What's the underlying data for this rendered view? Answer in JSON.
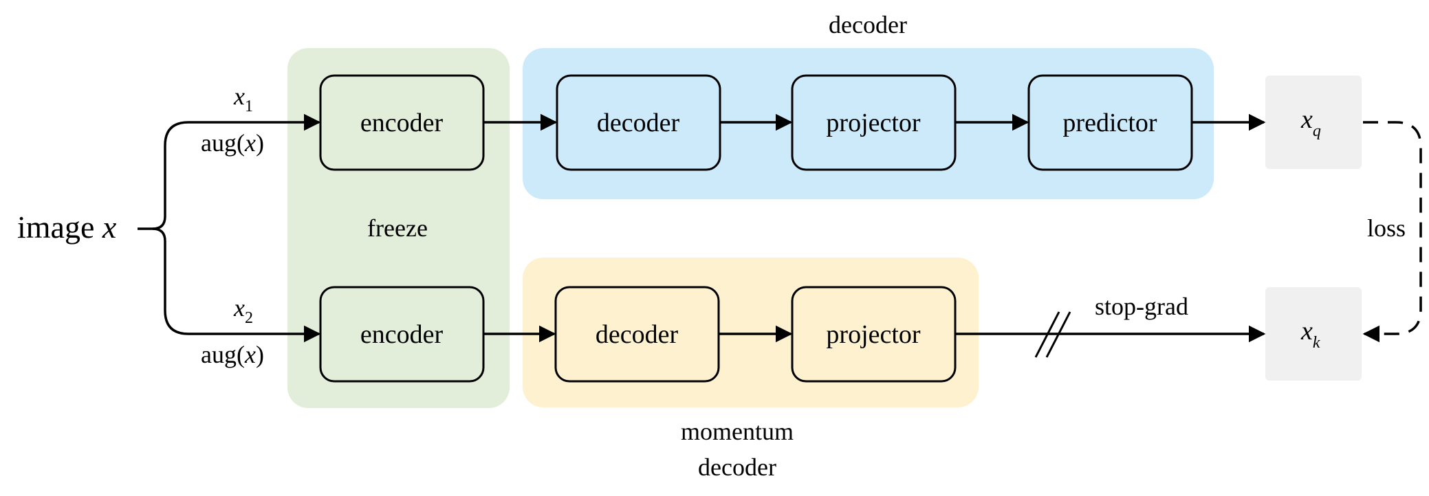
{
  "input": {
    "label": "image",
    "var": "x"
  },
  "branch1": {
    "var": "x",
    "sub": "1",
    "aug": "aug(",
    "aug_var": "x",
    "aug_close": ")"
  },
  "branch2": {
    "var": "x",
    "sub": "2",
    "aug": "aug(",
    "aug_var": "x",
    "aug_close": ")"
  },
  "freeze_group": {
    "label": "freeze",
    "color": "#e2eed9"
  },
  "decoder_group": {
    "label": "decoder",
    "color": "#cdeafb"
  },
  "momentum_group": {
    "label_line1": "momentum",
    "label_line2": "decoder",
    "color": "#fdf1d0"
  },
  "online": {
    "encoder": "encoder",
    "decoder": "decoder",
    "projector": "projector",
    "predictor": "predictor"
  },
  "target": {
    "encoder": "encoder",
    "decoder": "decoder",
    "projector": "projector"
  },
  "outputs": {
    "q_var": "x",
    "q_sub": "q",
    "k_var": "x",
    "k_sub": "k",
    "box_color": "#f0f0f0"
  },
  "loss_label": "loss",
  "stopgrad_label": "stop-grad"
}
